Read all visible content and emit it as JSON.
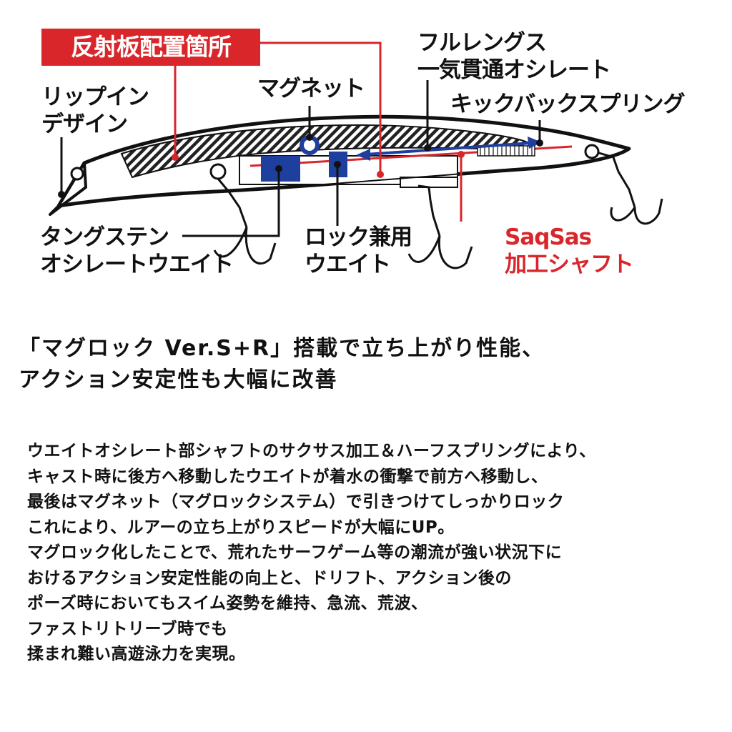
{
  "diagram": {
    "labels": {
      "reflector": "反射板配置箇所",
      "lip_in_line1": "リップイン",
      "lip_in_line2": "デザイン",
      "magnet": "マグネット",
      "full_length_line1": "フルレングス",
      "full_length_line2": "一気貫通オシレート",
      "kickback": "キックバックスプリング",
      "tungsten_line1": "タングステン",
      "tungsten_line2": "オシレートウエイト",
      "lock_weight_line1": "ロック兼用",
      "lock_weight_line2": "ウエイト",
      "saqsas_line1": "SaqSas",
      "saqsas_line2": "加工シャフト"
    },
    "colors": {
      "red": "#d8262b",
      "blue": "#1f3f9f",
      "black": "#111111"
    }
  },
  "headline": {
    "line1": "「マグロック Ver.S+R」搭載で立ち上がり性能、",
    "line2": "アクション安定性も大幅に改善"
  },
  "body": {
    "lines": [
      "ウエイトオシレート部シャフトのサクサス加工＆ハーフスプリングにより、",
      "キャスト時に後方へ移動したウエイトが着水の衝撃で前方へ移動し、",
      "最後はマグネット（マグロックシステム）で引きつけてしっかりロック",
      "これにより、ルアーの立ち上がりスピードが大幅にUP。",
      "マグロック化したことで、荒れたサーフゲーム等の潮流が強い状況下に",
      "おけるアクション安定性能の向上と、ドリフト、アクション後の",
      "ポーズ時においてもスイム姿勢を維持、急流、荒波、",
      "ファストリトリーブ時でも",
      "揉まれ難い高遊泳力を実現。"
    ]
  }
}
